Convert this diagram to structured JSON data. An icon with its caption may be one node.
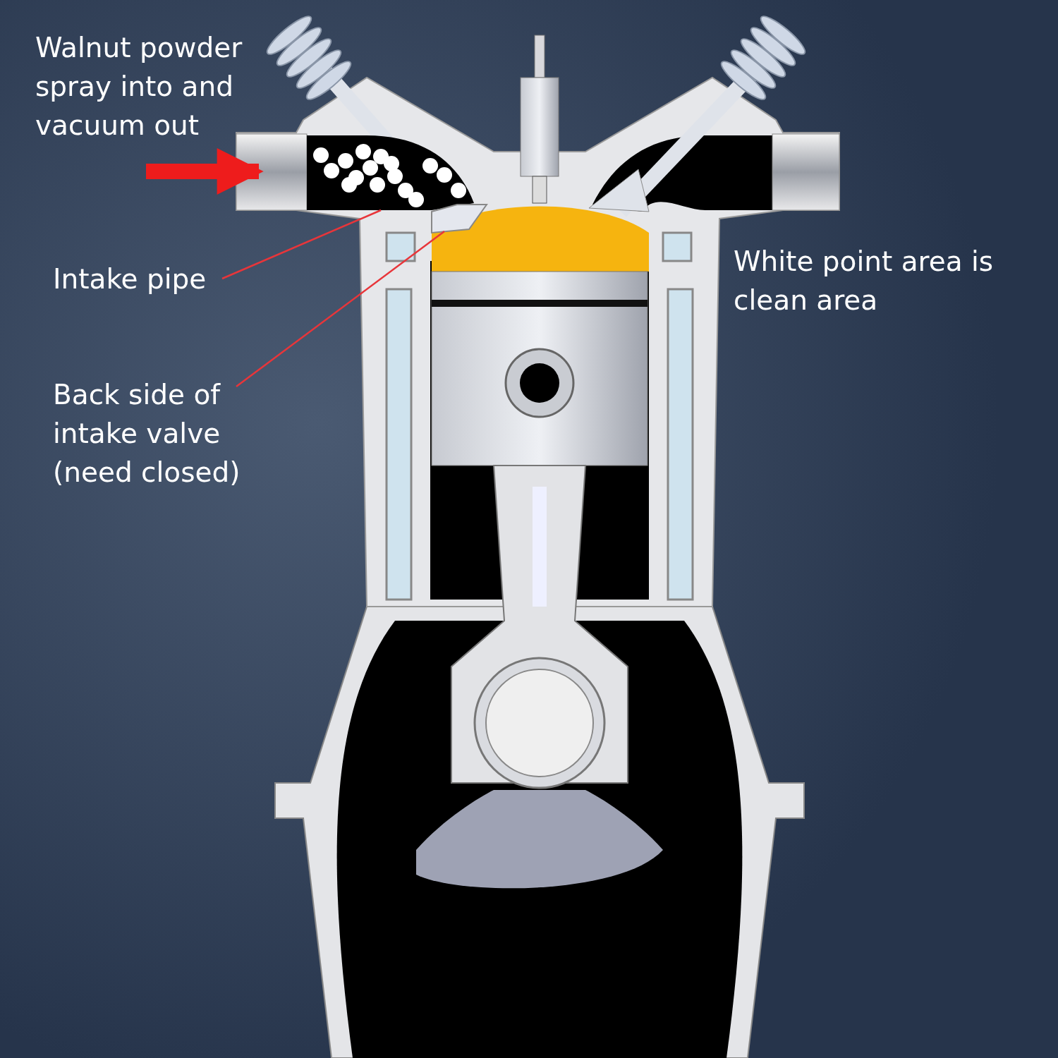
{
  "diagram": {
    "nodes": [
      {
        "text": [
          "Intake pipe"
        ]
      },
      {
        "text": [],
        "shape": "picture"
      },
      {
        "text": [
          "Back side of intake valve (need closed)"
        ]
      },
      {
        "text": [],
        "shape": "picture"
      }
    ],
    "edges": [
      {
        "from": 0,
        "to": 1,
        "arrow": "none",
        "color": "#e8353a"
      },
      {
        "from": 2,
        "to": 3,
        "arrow": "none",
        "color": "#e8353a"
      },
      {
        "from": null,
        "to": 1,
        "arrow": "to",
        "style": "thick",
        "color": "#ee1c1c"
      }
    ],
    "labels": [
      "Walnut powder spray into and vacuum out",
      "White point area is clean area"
    ]
  }
}
